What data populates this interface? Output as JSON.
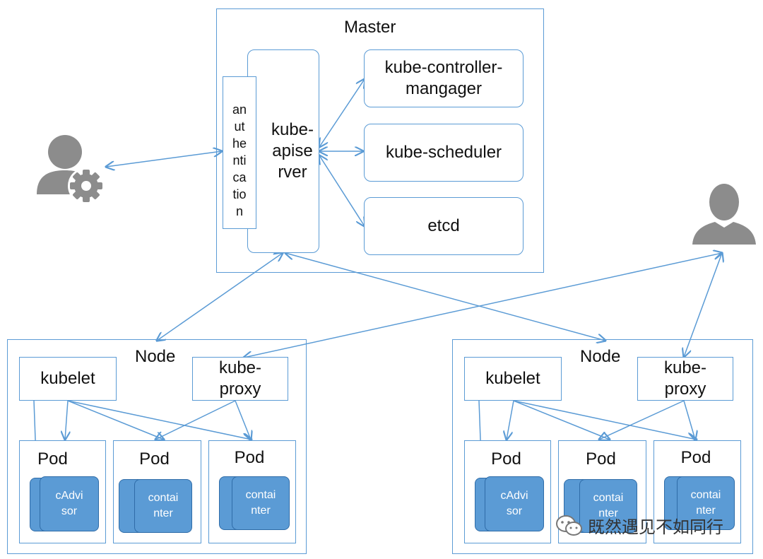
{
  "master": {
    "title": "Master",
    "auth_text": "an\nut\nhe\nnti\nca\ntio\nn",
    "apiserver_text": "kube-\napise\nrver",
    "components": [
      "kube-controller-\nmangager",
      "kube-scheduler",
      "etcd"
    ]
  },
  "nodes": [
    {
      "title": "Node",
      "kubelet": "kubelet",
      "proxy": "kube-\nproxy",
      "pods": [
        {
          "label": "Pod",
          "container": "cAdvi\nsor"
        },
        {
          "label": "Pod",
          "container": "contai\nnter"
        },
        {
          "label": "Pod",
          "container": "contai\nnter"
        }
      ]
    },
    {
      "title": "Node",
      "kubelet": "kubelet",
      "proxy": "kube-\nproxy",
      "pods": [
        {
          "label": "Pod",
          "container": "cAdvi\nsor"
        },
        {
          "label": "Pod",
          "container": "contai\nnter"
        },
        {
          "label": "Pod",
          "container": "contai\nnter"
        }
      ]
    }
  ],
  "icons": {
    "admin": "admin-user-gear-icon",
    "user": "user-icon",
    "wechat": "wechat-icon"
  },
  "watermark": "既然遇见不如同行",
  "colors": {
    "line": "#5b9bd5",
    "container_fill": "#5b9bd5",
    "icon": "#8c8c8c"
  }
}
